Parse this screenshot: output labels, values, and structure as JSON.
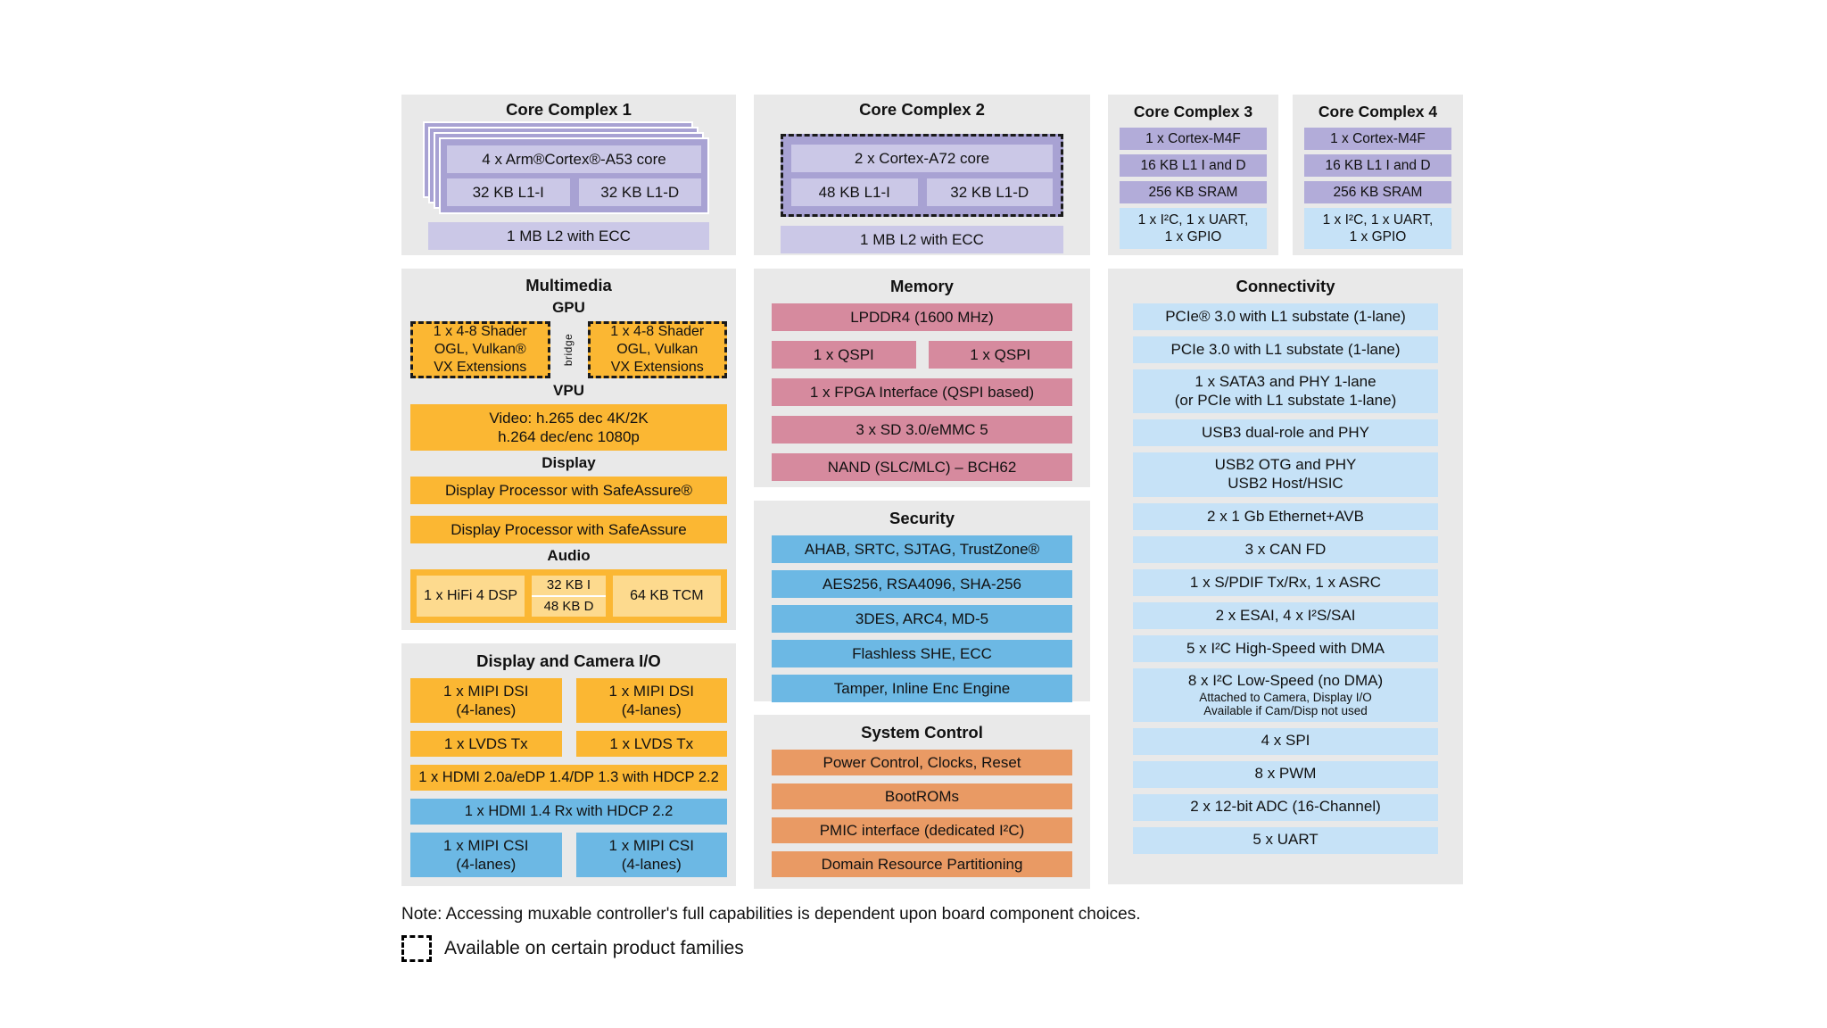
{
  "core_complex_1": {
    "title": "Core Complex 1",
    "core": "4 x Arm®Cortex®-A53 core",
    "l1i": "32 KB L1-I",
    "l1d": "32 KB L1-D",
    "l2": "1 MB L2 with ECC"
  },
  "core_complex_2": {
    "title": "Core Complex 2",
    "core": "2 x Cortex-A72 core",
    "l1i": "48 KB L1-I",
    "l1d": "32 KB L1-D",
    "l2": "1 MB L2 with ECC"
  },
  "core_complex_3": {
    "title": "Core Complex 3",
    "rows": [
      "1 x Cortex-M4F",
      "16 KB L1 I and D",
      "256 KB SRAM"
    ],
    "io": "1 x I²C, 1 x UART,\n1 x GPIO"
  },
  "core_complex_4": {
    "title": "Core Complex 4",
    "rows": [
      "1 x Cortex-M4F",
      "16 KB L1 I and D",
      "256 KB SRAM"
    ],
    "io": "1 x I²C, 1 x UART,\n1 x GPIO"
  },
  "multimedia": {
    "title": "Multimedia",
    "gpu_heading": "GPU",
    "gpu_left": "1 x 4-8 Shader\nOGL, Vulkan®\nVX Extensions",
    "bridge_label": "bridge",
    "gpu_right": "1 x 4-8 Shader\nOGL, Vulkan\nVX Extensions",
    "vpu_heading": "VPU",
    "vpu": "Video: h.265 dec 4K/2K\nh.264 dec/enc 1080p",
    "display_heading": "Display",
    "display_1": "Display Processor with SafeAssure®",
    "display_2": "Display Processor with SafeAssure",
    "audio_heading": "Audio",
    "audio_dsp": "1 x HiFi 4 DSP",
    "audio_mem_i": "32 KB I",
    "audio_mem_d": "48 KB D",
    "audio_tcm": "64 KB TCM"
  },
  "display_camera_io": {
    "title": "Display and Camera I/O",
    "dsi_1": "1 x MIPI DSI\n(4-lanes)",
    "dsi_2": "1 x MIPI DSI\n(4-lanes)",
    "lvds_1": "1 x LVDS Tx",
    "lvds_2": "1 x LVDS Tx",
    "hdmi_tx": "1 x HDMI 2.0a/eDP 1.4/DP 1.3 with HDCP 2.2",
    "hdmi_rx": "1 x HDMI 1.4 Rx with HDCP 2.2",
    "csi_1": "1 x MIPI CSI\n(4-lanes)",
    "csi_2": "1 x MIPI CSI\n(4-lanes)"
  },
  "memory": {
    "title": "Memory",
    "lpddr4": "LPDDR4 (1600 MHz)",
    "qspi_1": "1 x QSPI",
    "qspi_2": "1 x QSPI",
    "fpga": "1 x FPGA Interface (QSPI based)",
    "sd": "3 x SD 3.0/eMMC 5",
    "nand": "NAND (SLC/MLC) – BCH62"
  },
  "security": {
    "title": "Security",
    "items": [
      "AHAB, SRTC, SJTAG, TrustZone®",
      "AES256, RSA4096, SHA-256",
      "3DES, ARC4, MD-5",
      "Flashless SHE, ECC",
      "Tamper, Inline Enc Engine"
    ]
  },
  "system_control": {
    "title": "System Control",
    "items": [
      "Power Control, Clocks, Reset",
      "BootROMs",
      "PMIC interface (dedicated I²C)",
      "Domain Resource Partitioning"
    ]
  },
  "connectivity": {
    "title": "Connectivity",
    "items": [
      {
        "label": "PCIe® 3.0 with L1 substate (1-lane)"
      },
      {
        "label": "PCIe 3.0 with L1 substate (1-lane)"
      },
      {
        "label": "1 x SATA3 and PHY 1-lane\n(or PCIe with L1 substate 1-lane)"
      },
      {
        "label": "USB3 dual-role and PHY"
      },
      {
        "label": "USB2 OTG and PHY\nUSB2 Host/HSIC"
      },
      {
        "label": "2 x 1 Gb Ethernet+AVB"
      },
      {
        "label": "3 x CAN FD"
      },
      {
        "label": "1 x S/PDIF Tx/Rx, 1 x ASRC"
      },
      {
        "label": "2 x ESAI, 4 x I²S/SAI"
      },
      {
        "label": "5 x I²C High-Speed with DMA"
      },
      {
        "label": "8 x I²C Low-Speed (no DMA)",
        "sub": "Attached to Camera, Display I/O\nAvailable if Cam/Disp not used"
      },
      {
        "label": "4 x SPI"
      },
      {
        "label": "8 x PWM"
      },
      {
        "label": "2 x 12-bit ADC (16-Channel)"
      },
      {
        "label": "5 x UART"
      }
    ]
  },
  "footer": {
    "note": "Note: Accessing muxable controller's full capabilities is dependent upon board component choices.",
    "legend": "Available on certain product families"
  },
  "colors": {
    "panel_bg": "#e9e9e9",
    "purple": "#a8a2d3",
    "purple_light": "#cbc8e7",
    "amber": "#fbb733",
    "amber_light": "#fdda8e",
    "rose": "#d68a9e",
    "blue": "#6cb8e4",
    "blue_light": "#c6e2f7",
    "orange": "#e99a64"
  }
}
